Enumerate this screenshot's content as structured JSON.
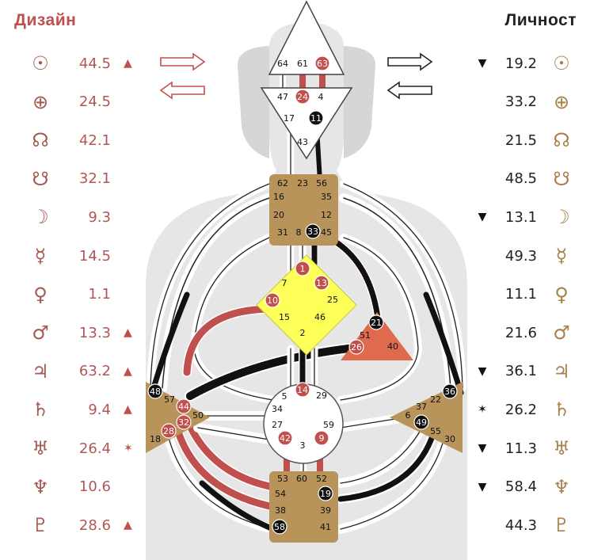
{
  "design": {
    "title": "Дизайн",
    "rows": [
      {
        "symbol": "☉",
        "value": "44.5",
        "mark": "▲"
      },
      {
        "symbol": "⊕",
        "value": "24.5",
        "mark": ""
      },
      {
        "symbol": "☊",
        "value": "42.1",
        "mark": ""
      },
      {
        "symbol": "☋",
        "value": "32.1",
        "mark": ""
      },
      {
        "symbol": "☽",
        "value": "9.3",
        "mark": ""
      },
      {
        "symbol": "☿",
        "value": "14.5",
        "mark": ""
      },
      {
        "symbol": "♀",
        "value": "1.1",
        "mark": ""
      },
      {
        "symbol": "♂",
        "value": "13.3",
        "mark": "▲"
      },
      {
        "symbol": "♃",
        "value": "63.2",
        "mark": "▲"
      },
      {
        "symbol": "♄",
        "value": "9.4",
        "mark": "▲"
      },
      {
        "symbol": "♅",
        "value": "26.4",
        "mark": "✶"
      },
      {
        "symbol": "♆",
        "value": "10.6",
        "mark": ""
      },
      {
        "symbol": "♇",
        "value": "28.6",
        "mark": "▲"
      }
    ]
  },
  "personality": {
    "title": "Личност",
    "rows": [
      {
        "symbol": "☉",
        "value": "19.2",
        "mark": "▼"
      },
      {
        "symbol": "⊕",
        "value": "33.2",
        "mark": ""
      },
      {
        "symbol": "☊",
        "value": "21.5",
        "mark": ""
      },
      {
        "symbol": "☋",
        "value": "48.5",
        "mark": ""
      },
      {
        "symbol": "☽",
        "value": "13.1",
        "mark": "▼"
      },
      {
        "symbol": "☿",
        "value": "49.3",
        "mark": ""
      },
      {
        "symbol": "♀",
        "value": "11.1",
        "mark": ""
      },
      {
        "symbol": "♂",
        "value": "21.6",
        "mark": ""
      },
      {
        "symbol": "♃",
        "value": "36.1",
        "mark": "▼"
      },
      {
        "symbol": "♄",
        "value": "26.2",
        "mark": "✶"
      },
      {
        "symbol": "♅",
        "value": "11.3",
        "mark": "▼"
      },
      {
        "symbol": "♆",
        "value": "58.4",
        "mark": "▼"
      },
      {
        "symbol": "♇",
        "value": "44.3",
        "mark": ""
      }
    ]
  },
  "colors": {
    "design_red": "#c0504d",
    "personality_black": "#111111",
    "motor_brown": "#b8935a",
    "g_center_yellow": "#ffff5a",
    "ego_red": "#e06a4e",
    "body_gray": "#e6e6e6"
  },
  "centers": {
    "head": [
      "64",
      "61",
      "63"
    ],
    "ajna": [
      "47",
      "24",
      "4",
      "17",
      "11",
      "43"
    ],
    "throat": [
      "62",
      "23",
      "56",
      "16",
      "35",
      "20",
      "12",
      "31",
      "8",
      "33",
      "45"
    ],
    "g": [
      "1",
      "13",
      "7",
      "10",
      "25",
      "15",
      "46",
      "2"
    ],
    "ego": [
      "21",
      "51",
      "26",
      "40"
    ],
    "spleen": [
      "48",
      "57",
      "44",
      "50",
      "32",
      "28",
      "18"
    ],
    "sacral": [
      "14",
      "29",
      "5",
      "34",
      "27",
      "59",
      "42",
      "9",
      "3"
    ],
    "solar": [
      "36",
      "22",
      "37",
      "6",
      "49",
      "55",
      "30"
    ],
    "root": [
      "53",
      "60",
      "52",
      "54",
      "19",
      "38",
      "39",
      "58",
      "41"
    ]
  },
  "active_gates": {
    "design": [
      "63",
      "24",
      "1",
      "13",
      "10",
      "26",
      "44",
      "32",
      "28",
      "14",
      "42",
      "9"
    ],
    "personality": [
      "11",
      "33",
      "21",
      "48",
      "36",
      "49",
      "19",
      "58"
    ]
  },
  "icons": [
    "right-arrow-icon",
    "left-arrow-icon"
  ]
}
